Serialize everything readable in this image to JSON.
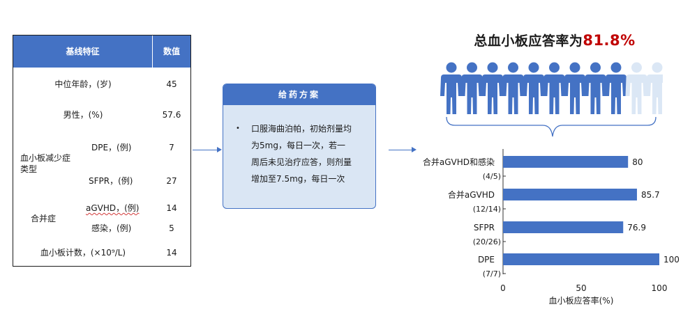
{
  "table": {
    "header": {
      "feature": "基线特征",
      "value": "数值"
    },
    "rows": {
      "age": {
        "label": "中位年龄，(岁)",
        "value": "45"
      },
      "male": {
        "label": "男性，(%)",
        "value": "57.6"
      },
      "thrombo_group": "血小板减少症类型",
      "dpe": {
        "label": "DPE，(例)",
        "value": "7"
      },
      "sfpr": {
        "label": "SFPR，(例)",
        "value": "27"
      },
      "comorb_group": "合并症",
      "agvhd": {
        "label": "aGVHD，(例)",
        "value": "14"
      },
      "infection": {
        "label": "感染，(例)",
        "value": "5"
      },
      "platelet": {
        "label": "血小板计数，(×10⁹/L)",
        "value": "14"
      }
    }
  },
  "dosing": {
    "title": "给药方案",
    "bullet": "•",
    "lines": [
      "口服海曲泊帕，初始剂量均",
      "为5mg，每日一次，若一",
      "周后未见治疗应答，则剂量",
      "增加至7.5mg，每日一次"
    ]
  },
  "headline": {
    "prefix": "总血小板应答率为",
    "value": "81.8%"
  },
  "people": {
    "total": 11,
    "filled": 9,
    "filled_color": "#4472c4",
    "empty_color": "#dbe7f5",
    "icon": "person-icon"
  },
  "chart_data": {
    "type": "bar",
    "orientation": "horizontal",
    "categories": [
      "合并aGVHD和感染",
      "合并aGVHD",
      "SFPR",
      "DPE"
    ],
    "subcategories": [
      "(4/5)",
      "(12/14)",
      "(20/26)",
      "(7/7)"
    ],
    "values": [
      80,
      85.7,
      76.9,
      100
    ],
    "value_labels": [
      "80",
      "85.7",
      "76.9",
      "100"
    ],
    "xlabel": "血小板应答率(%)",
    "xlim": [
      0,
      100
    ],
    "xticks": [
      "0",
      "50",
      "100"
    ],
    "bar_color": "#4472c4",
    "grid": false
  }
}
